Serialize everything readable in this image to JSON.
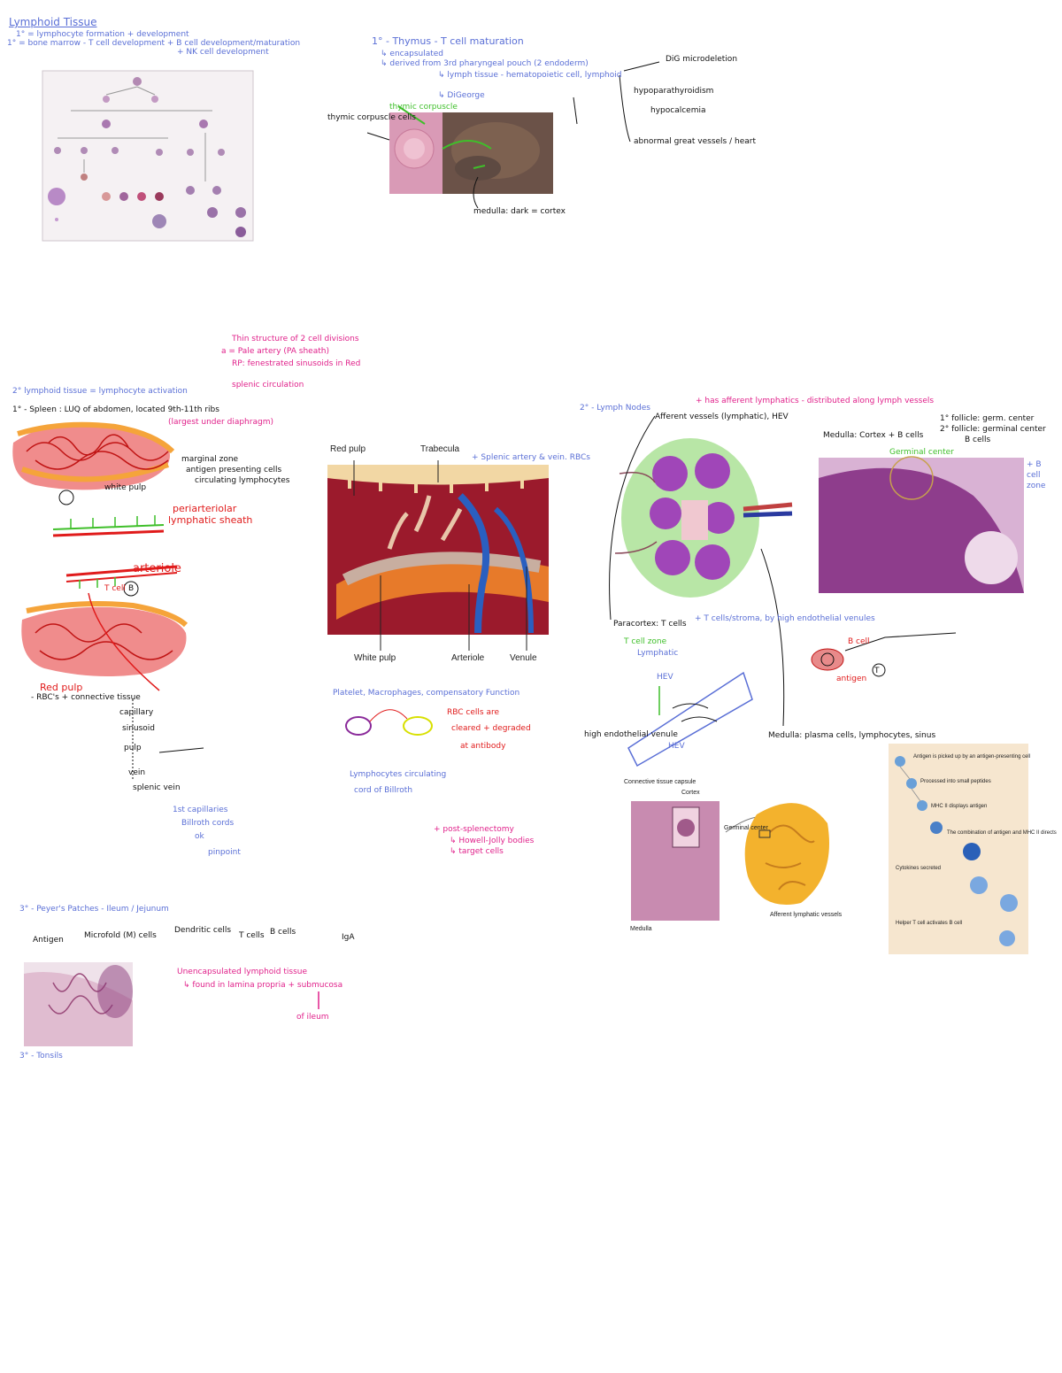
{
  "header": {
    "title": "Lymphoid Tissue",
    "line1": "1° = lymphocyte formation + development",
    "line2": "1° = bone marrow - T cell development + B cell development/maturation",
    "line3": "+ NK cell development"
  },
  "thymus": {
    "heading": "1° - Thymus - T cell maturation",
    "line1": "↳ encapsulated",
    "line2": "↳ derived from 3rd pharyngeal pouch (2 endoderm)",
    "line3": "↳ lymph tissue - hematopoietic cell, lymphoid",
    "line4": "↳ DiGeorge",
    "arrow_result": "DiG microdeletion",
    "hypo": "hypoparathyroidism",
    "hypocal": "hypocalcemia",
    "cardiac": "abnormal great vessels / heart",
    "img_label_green": "thymic corpuscle",
    "left_notes": "thymic corpuscle cells",
    "footer": "medulla: dark = cortex"
  },
  "spleen": {
    "top_notes": [
      "Thin structure of 2 cell divisions",
      "a = Pale artery (PA sheath)",
      "RP: fenestrated sinusoids in Red"
    ],
    "heading": "2° lymphoid tissue = lymphocyte activation",
    "sub_heading": "1° - Spleen : LUQ of abdomen, located 9th-11th ribs",
    "pink_note": "(largest under diaphragm)",
    "splenic_flow": "splenic circulation",
    "notes_marginal": [
      "marginal zone",
      "antigen presenting cells",
      "circulating lymphocytes"
    ],
    "white_pulp": "white pulp",
    "pals": "periarteriolar",
    "pals2": "lymphatic sheath",
    "arteriole": "arteriole",
    "tcell": "T cell",
    "bcell": "B",
    "red_pulp": "Red pulp",
    "red_pulp_sub": "- RBC's + connective tissue",
    "fig": {
      "red_pulp": "Red pulp",
      "trabecula": "Trabecula",
      "white_pulp": "White pulp",
      "arteriole": "Arteriole",
      "venule": "Venule"
    },
    "fig_note": "+ Splenic artery & vein. RBCs",
    "chain": [
      "capillary",
      "sinusoid",
      "pulp",
      "vein",
      "splenic vein"
    ],
    "blue_bottom": [
      "1st capillaries",
      "Billroth cords",
      "ok",
      "pinpoint"
    ],
    "mid_blue": "Platelet, Macrophages, compensatory Function",
    "mid_red": [
      "RBC cells are",
      "cleared + degraded",
      "at antibody"
    ],
    "blue_mid2": [
      "Lymphocytes circulating",
      "cord of Billroth"
    ],
    "pink_low": [
      "+ post-splenectomy",
      "↳ Howell-Jolly bodies",
      "↳ target cells"
    ]
  },
  "lymph": {
    "heading": "2° - Lymph Nodes",
    "pink_heading": "+ has afferent lymphatics - distributed along lymph vessels",
    "sub": "Afferent vessels (lymphatic), HEV",
    "medulla_label": "Medulla: Cortex + B cells",
    "medulla_notes": [
      "1° follicle: germ. center",
      "2° follicle: germinal center",
      "B cells"
    ],
    "cortex": "Paracortex: T cells",
    "cortex_note": "+ T cells/stroma, by high endothelial venules",
    "hev": "HEV",
    "blue_right": [
      "+ B",
      "cell",
      "zone"
    ],
    "green_note": "Germinal center",
    "t_zone": "T cell zone",
    "flow_items": [
      "Lymphatic",
      "HEV",
      "high endothelial venule"
    ],
    "medulla_bottom": "Medulla: plasma cells, lymphocytes, sinus",
    "blood_notes": [
      "B cell",
      "antigen",
      "T"
    ],
    "figure_labels": [
      "Connective tissue capsule",
      "Cortex",
      "Germinal center",
      "Medulla",
      "Afferent lymphatic vessels"
    ],
    "diagram_lines": [
      "Antigen is picked up by an antigen-presenting cell",
      "Processed into small peptides",
      "MHC II displays antigen",
      "The combination of antigen and MHC II directs",
      "Cytokines secreted",
      "Helper T cell activates B cell"
    ]
  },
  "peyer": {
    "heading": "3° - Peyer's Patches - Ileum / Jejunum",
    "flow": [
      "Antigen",
      "Microfold (M) cells",
      "Dendritic cells",
      "T cells",
      "B cells",
      "IgA"
    ],
    "pink_note": "Unencapsulated lymphoid tissue",
    "pink_note2": "↳ found in lamina propria + submucosa",
    "pink_note3": "of ileum",
    "tonsils": "3° - Tonsils"
  },
  "colors": {
    "blue": "#5a6fd6",
    "pink": "#e0208a",
    "red": "#e01b1b",
    "green": "#3fbf2a"
  }
}
